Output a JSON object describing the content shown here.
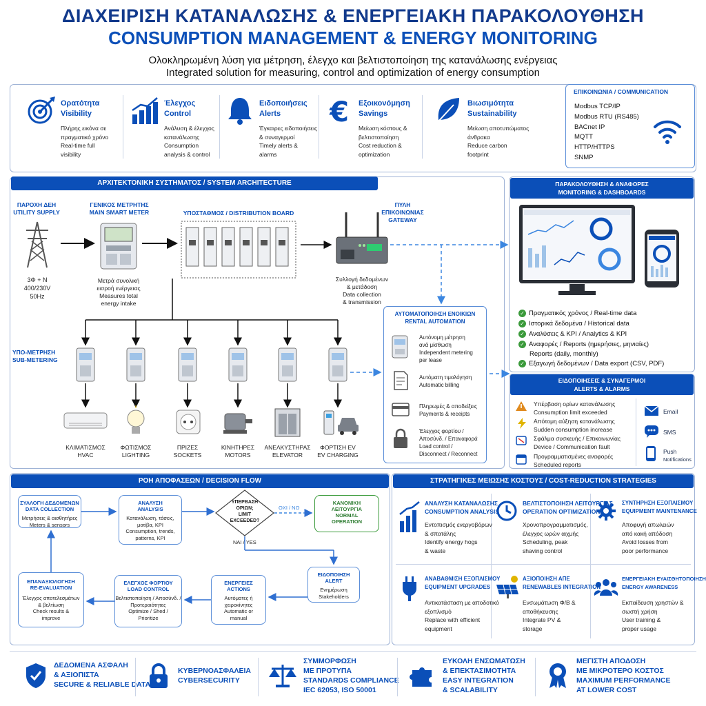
{
  "header": {
    "title_gr": "ΔΙΑΧΕΙΡΙΣΗ ΚΑΤΑΝΑΛΩΣΗΣ & ΕΝΕΡΓΕΙΑΚΗ ΠΑΡΑΚΟΛΟΥΘΗΣΗ",
    "title_en": "CONSUMPTION MANAGEMENT & ENERGY MONITORING",
    "subtitle_gr": "Ολοκληρωμένη λύση για μέτρηση, έλεγχο και βελτιστοποίηση της κατανάλωσης ενέργειας",
    "subtitle_en": "Integrated solution for measuring, control and optimization of energy consumption"
  },
  "features": [
    {
      "icon": "target-icon",
      "t1": "Ορατότητα",
      "t2": "Visibility",
      "d1": "Πλήρης εικόνα σε",
      "d2": "πραγματικό χρόνο",
      "d3": "Real-time full",
      "d4": "visibility"
    },
    {
      "icon": "bar-chart-icon",
      "t1": "Έλεγχος",
      "t2": "Control",
      "d1": "Ανάλυση & έλεγχος",
      "d2": "κατανάλωσης",
      "d3": "Consumption",
      "d4": "analysis & control"
    },
    {
      "icon": "bell-icon",
      "t1": "Ειδοποιήσεις",
      "t2": "Alerts",
      "d1": "Έγκαιρες ειδοποιήσεις",
      "d2": "& συναγερμοί",
      "d3": "Timely alerts &",
      "d4": "alarms"
    },
    {
      "icon": "euro-icon",
      "t1": "Εξοικονόμηση",
      "t2": "Savings",
      "d1": "Μείωση κόστους &",
      "d2": "βελτιστοποίηση",
      "d3": "Cost reduction &",
      "d4": "optimization"
    },
    {
      "icon": "leaf-icon",
      "t1": "Βιωσιμότητα",
      "t2": "Sustainability",
      "d1": "Μείωση αποτυπώματος",
      "d2": "άνθρακα",
      "d3": "Reduce carbon",
      "d4": "footprint"
    }
  ],
  "communication": {
    "title": "ΕΠΙΚΟΙΝΩΝΙΑ / COMMUNICATION",
    "protocols": [
      "Modbus TCP/IP",
      "Modbus RTU (RS485)",
      "BACnet IP",
      "MQTT",
      "HTTP/HTTPS",
      "SNMP"
    ]
  },
  "architecture": {
    "title": "ΑΡΧΙΤΕΚΤΟΝΙΚΗ ΣΥΣΤΗΜΑΤΟΣ / SYSTEM ARCHITECTURE",
    "utility_gr": "ΠΑΡΟΧΗ ΔΕΗ",
    "utility_en": "UTILITY SUPPLY",
    "utility_spec1": "3Φ + N",
    "utility_spec2": "400/230V",
    "utility_spec3": "50Hz",
    "meter_gr": "ΓΕΝΙΚΟΣ ΜΕΤΡΗΤΗΣ",
    "meter_en": "MAIN SMART METER",
    "meter_d1": "Μετρά συνολική",
    "meter_d2": "εισροή ενέργειας",
    "meter_d3": "Measures total",
    "meter_d4": "energy intake",
    "board": "ΥΠΟΣΤΑΘΜΟΣ / DISTRIBUTION BOARD",
    "gateway_gr": "ΠΥΛΗ ΕΠΙΚΟΙΝΩΝΙΑΣ",
    "gateway_en": "GATEWAY",
    "gateway_d1": "Συλλογή δεδομένων",
    "gateway_d2": "& μετάδοση",
    "gateway_d3": "Data collection",
    "gateway_d4": "& transmission",
    "submeter_gr": "ΥΠΟ-ΜΕΤΡΗΣΗ",
    "submeter_en": "SUB-METERING",
    "loads": [
      {
        "gr": "ΚΛΙΜΑΤΙΣΜΟΣ",
        "en": "HVAC"
      },
      {
        "gr": "ΦΩΤΙΣΜΟΣ",
        "en": "LIGHTING"
      },
      {
        "gr": "ΠΡΙΖΕΣ",
        "en": "SOCKETS"
      },
      {
        "gr": "ΚΙΝΗΤΗΡΕΣ",
        "en": "MOTORS"
      },
      {
        "gr": "ΑΝΕΛΚΥΣΤΗΡΑΣ",
        "en": "ELEVATOR"
      },
      {
        "gr": "ΦΟΡΤΙΣΗ EV",
        "en": "EV CHARGING"
      }
    ]
  },
  "rental": {
    "title_gr": "ΑΥΤΟΜΑΤΟΠΟΙΗΣΗ ΕΝΟΙΚΙΩΝ",
    "title_en": "RENTAL AUTOMATION",
    "items": [
      {
        "l1": "Αυτόνομη μέτρηση",
        "l2": "ανά μίσθωση",
        "l3": "Independent metering",
        "l4": "per lease"
      },
      {
        "l1": "Αυτόματη τιμολόγηση",
        "l2": "Automatic billing",
        "l3": "",
        "l4": ""
      },
      {
        "l1": "Πληρωμές & αποδείξεις",
        "l2": "Payments & receipts",
        "l3": "",
        "l4": ""
      },
      {
        "l1": "Έλεγχος φορτίου /",
        "l2": "Αποσύνδ. / Επαναφορά",
        "l3": "Load control /",
        "l4": "Disconnect / Reconnect"
      }
    ]
  },
  "monitoring": {
    "title_gr": "ΠΑΡΑΚΟΛΟΥΘΗΣΗ & ΑΝΑΦΟΡΕΣ",
    "title_en": "MONITORING & DASHBOARDS",
    "items": [
      "Πραγματικός χρόνος / Real-time data",
      "Ιστορικά δεδομένα / Historical data",
      "Αναλύσεις & KPI / Analytics & KPI",
      "Αναφορές / Reports (ημερήσιες, μηνιαίες)",
      "Reports (daily, monthly)",
      "Εξαγωγή δεδομένων / Data export (CSV, PDF)"
    ]
  },
  "alarms": {
    "title_gr": "ΕΙΔΟΠΟΙΗΣΕΙΣ & ΣΥΝΑΓΕΡΜΟΙ",
    "title_en": "ALERTS & ALARMS",
    "items": [
      {
        "gr": "Υπέρβαση ορίων κατανάλωσης",
        "en": "Consumption limit exceeded"
      },
      {
        "gr": "Απότομη αύξηση κατανάλωσης",
        "en": "Sudden consumption increase"
      },
      {
        "gr": "Σφάλμα συσκευής / Επικοινωνίας",
        "en": "Device / Communication fault"
      },
      {
        "gr": "Προγραμματισμένες αναφορές",
        "en": "Scheduled reports"
      }
    ],
    "channels": [
      "Email",
      "SMS",
      "Push",
      "Notifications"
    ]
  },
  "flow": {
    "title": "ΡΟΗ ΑΠΟΦΑΣΕΩΝ / DECISION FLOW",
    "collect_t1": "ΣΥΛΛΟΓΗ ΔΕΔΟΜΕΝΩΝ",
    "collect_t2": "DATA COLLECTION",
    "collect_d1": "Μετρήσεις & αισθητήρες",
    "collect_d2": "Meters & sensors",
    "analysis_t1": "ΑΝΑΛΥΣΗ",
    "analysis_t2": "ANALYSIS",
    "analysis_d1": "Κατανάλωση, τάσεις,",
    "analysis_d2": "μοτίβα, KPI",
    "analysis_d3": "Consumption, trends,",
    "analysis_d4": "patterns, KPI",
    "decision_1": "ΥΠΕΡΒΑΣΗ",
    "decision_2": "ΟΡΙΩΝ;",
    "decision_3": "LIMIT",
    "decision_4": "EXCEEDED?",
    "no": "ΟΧΙ / NO",
    "yes": "ΝΑΙ / YES",
    "normal_1": "ΚΑΝΟΝΙΚΗ",
    "normal_2": "ΛΕΙΤΟΥΡΓΙΑ",
    "normal_3": "NORMAL",
    "normal_4": "OPERATION",
    "alert_t1": "ΕΙΔΟΠΟΙΗΣΗ",
    "alert_t2": "ALERT",
    "alert_d1": "Ενημέρωση",
    "alert_d2": "Stakeholders",
    "actions_t1": "ΕΝΕΡΓΕΙΕΣ",
    "actions_t2": "ACTIONS",
    "actions_d1": "Αυτόματες ή",
    "actions_d2": "χειροκίνητες",
    "actions_d3": "Automatic or",
    "actions_d4": "manual",
    "load_t1": "ΕΛΕΓΧΟΣ ΦΟΡΤΙΟΥ",
    "load_t2": "LOAD CONTROL",
    "load_d1": "Βελτιστοποίηση / Αποσύνδ. /",
    "load_d2": "Προτεραιότητες",
    "load_d3": "Optimize / Shed /",
    "load_d4": "Prioritize",
    "reeval_t1": "ΕΠΑΝΑΞΙΟΛΟΓΗΣΗ",
    "reeval_t2": "RE-EVALUATION",
    "reeval_d1": "Έλεγχος αποτελεσμάτων",
    "reeval_d2": "& βελτίωση",
    "reeval_d3": "Check results &",
    "reeval_d4": "improve"
  },
  "strategies": {
    "title": "ΣΤΡΑΤΗΓΙΚΕΣ ΜΕΙΩΣΗΣ ΚΟΣΤΟΥΣ / COST-REDUCTION STRATEGIES",
    "items": [
      {
        "icon": "growth-chart-icon",
        "t1": "ΑΝΑΛΥΣΗ ΚΑΤΑΝΑΛΩΣΗΣ",
        "t2": "CONSUMPTION ANALYSIS",
        "d1": "Εντοπισμός ενεργοβόρων",
        "d2": "& σπατάλης",
        "d3": "Identify energy hogs",
        "d4": "& waste"
      },
      {
        "icon": "clock-icon",
        "t1": "ΒΕΛΤΙΣΤΟΠΟΙΗΣΗ ΛΕΙΤΟΥΡΓΙΑΣ",
        "t2": "OPERATION OPTIMIZATION",
        "d1": "Χρονοπρογραμματισμός,",
        "d2": "έλεγχος ωρών αιχμής",
        "d3": "Scheduling, peak",
        "d4": "shaving control"
      },
      {
        "icon": "gear-icon",
        "t1": "ΣΥΝΤΗΡΗΣΗ ΕΞΟΠΛΙΣΜΟΥ",
        "t2": "EQUIPMENT MAINTENANCE",
        "d1": "Αποφυγή απωλειών",
        "d2": "από κακή απόδοση",
        "d3": "Avoid losses from",
        "d4": "poor performance"
      },
      {
        "icon": "plug-icon",
        "t1": "ΑΝΑΒΑΘΜΙΣΗ ΕΞΟΠΛΙΣΜΟΥ",
        "t2": "EQUIPMENT UPGRADES",
        "d1": "Αντικατάσταση με αποδοτικό",
        "d2": "εξοπλισμό",
        "d3": "Replace with efficient",
        "d4": "equipment"
      },
      {
        "icon": "solar-panel-icon",
        "t1": "ΑΞΙΟΠΟΙΗΣΗ ΑΠΕ",
        "t2": "RENEWABLES INTEGRATION",
        "d1": "Ενσωμάτωση Φ/Β &",
        "d2": "αποθήκευσης",
        "d3": "Integrate PV &",
        "d4": "storage"
      },
      {
        "icon": "people-icon",
        "t1": "ΕΝΕΡΓΕΙΑΚΗ ΕΥΑΙΣΘΗΤΟΠΟΙΗΣΗ",
        "t2": "ENERGY AWARENESS",
        "d1": "Εκπαίδευση χρηστών &",
        "d2": "σωστή χρήση",
        "d3": "User training &",
        "d4": "proper usage"
      }
    ]
  },
  "footer": [
    {
      "icon": "shield-icon",
      "l1": "ΔΕΔΟΜΕΝΑ ΑΣΦΑΛΗ",
      "l2": "& ΑΞΙΟΠΙΣΤΑ",
      "l3": "SECURE & RELIABLE DATA"
    },
    {
      "icon": "lock-icon",
      "l1": "ΚΥΒΕΡΝΟΑΣΦΑΛΕΙΑ",
      "l2": "CYBERSECURITY",
      "l3": ""
    },
    {
      "icon": "scales-icon",
      "l1": "ΣΥΜΜΟΡΦΩΣΗ",
      "l2": "ΜΕ ΠΡΟΤΥΠΑ",
      "l3": "STANDARDS COMPLIANCE",
      "l4": "IEC 62053, ISO 50001"
    },
    {
      "icon": "puzzle-icon",
      "l1": "ΕΥΚΟΛΗ ΕΝΣΩΜΑΤΩΣΗ",
      "l2": "& ΕΠΕΚΤΑΣΙΜΟΤΗΤΑ",
      "l3": "EASY INTEGRATION",
      "l4": "& SCALABILITY"
    },
    {
      "icon": "medal-icon",
      "l1": "ΜΕΓΙΣΤΗ ΑΠΟΔΟΣΗ",
      "l2": "ΜΕ ΜΙΚΡΟΤΕΡΟ ΚΟΣΤΟΣ",
      "l3": "MAXIMUM PERFORMANCE",
      "l4": "AT LOWER COST"
    }
  ],
  "colors": {
    "primary": "#0b4fb8",
    "navy": "#123a8c",
    "green": "#3a9a3a",
    "orange": "#e08a1e"
  }
}
